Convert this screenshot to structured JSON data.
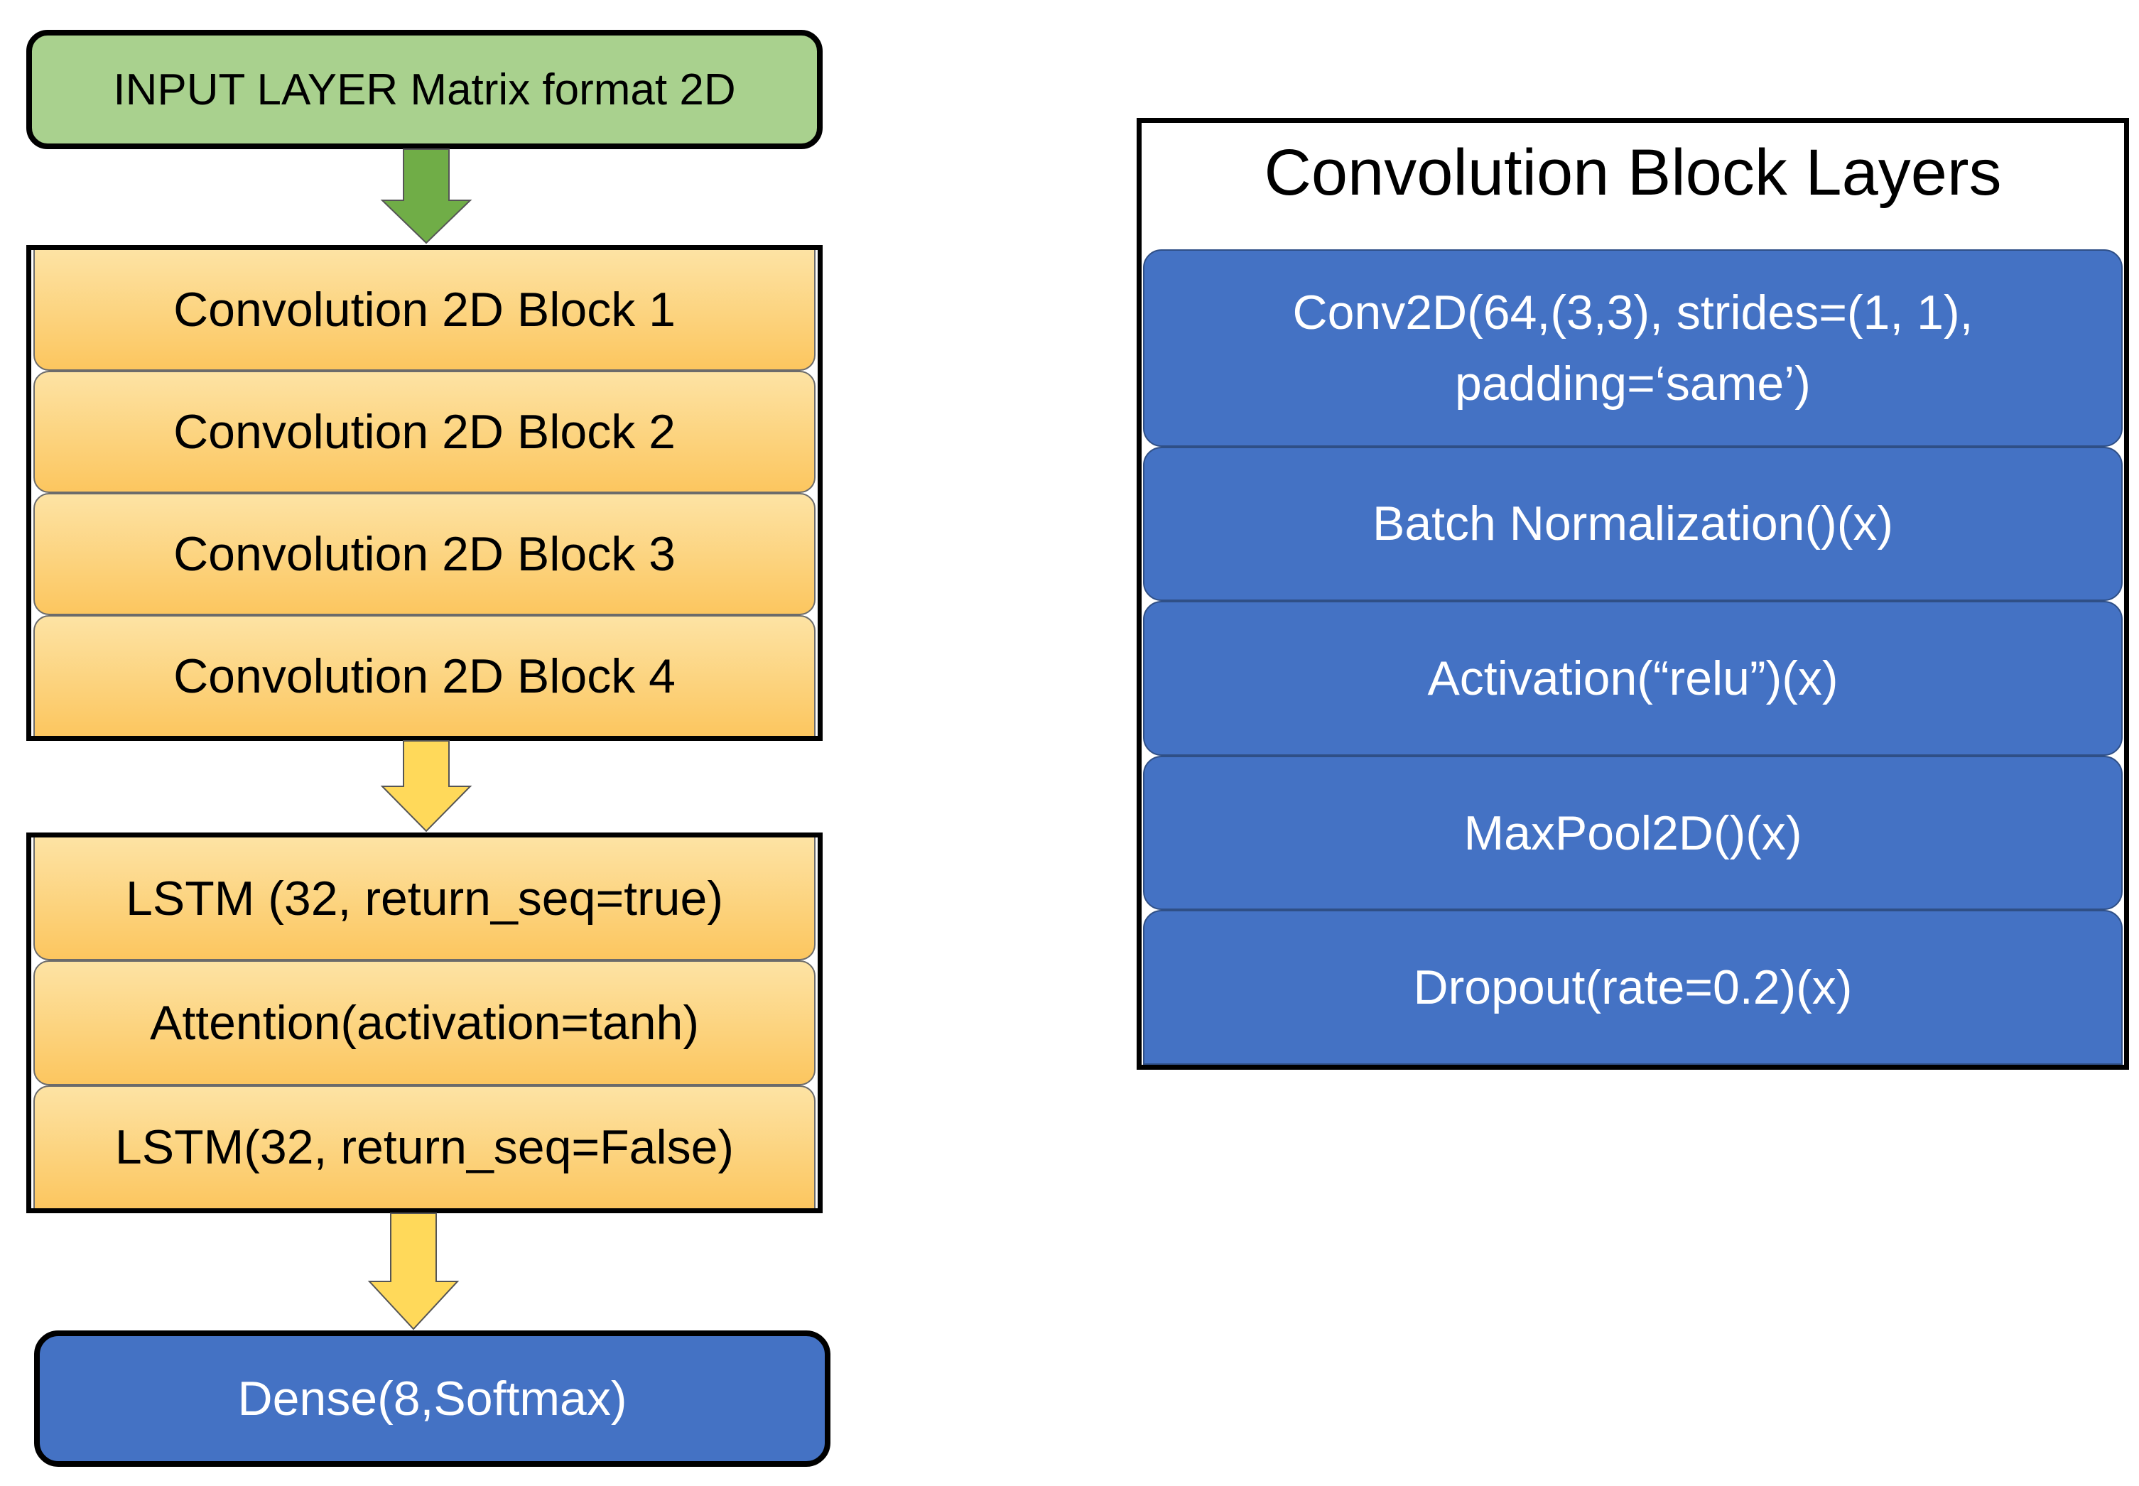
{
  "colors": {
    "green": "#a9d18e",
    "orange_light": "#fde3a4",
    "orange": "#fcc65f",
    "blue": "#4472c4",
    "arrow_green": "#70ad47",
    "arrow_yellow": "#ffd95a"
  },
  "pipeline": {
    "input_layer": "INPUT LAYER Matrix format 2D",
    "conv_blocks": [
      "Convolution 2D Block 1",
      "Convolution 2D Block 2",
      "Convolution 2D Block 3",
      "Convolution 2D Block 4"
    ],
    "sequence_layers": [
      "LSTM (32, return_seq=true)",
      "Attention(activation=tanh)",
      "LSTM(32, return_seq=False)"
    ],
    "output_layer": "Dense(8,Softmax)"
  },
  "conv_block_panel": {
    "title": "Convolution Block Layers",
    "conv2d_line1": "Conv2D(64,(3,3), strides=(1, 1),",
    "conv2d_line2": "padding=‘same’)",
    "layers": [
      "Batch Normalization()(x)",
      "Activation(“relu”)(x)",
      "MaxPool2D()(x)",
      "Dropout(rate=0.2)(x)"
    ]
  }
}
